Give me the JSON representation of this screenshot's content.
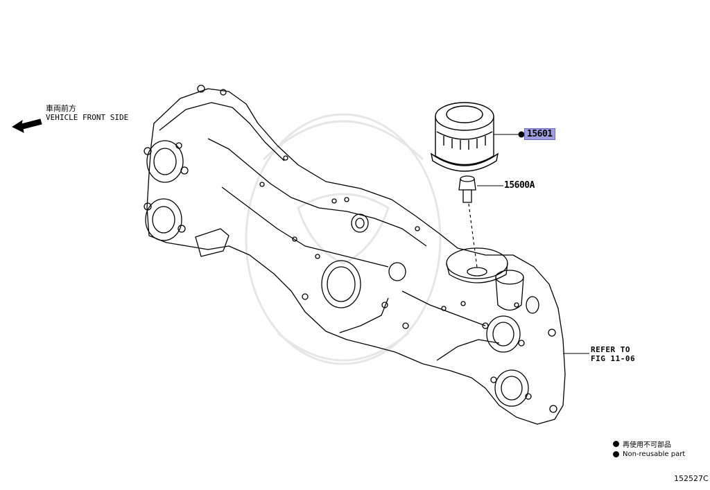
{
  "front_side": {
    "label_jp": "車両前方",
    "label_en": "VEHICLE FRONT SIDE"
  },
  "callouts": {
    "oil_filter": "15601",
    "union_bolt": "15600A"
  },
  "refer": {
    "line1": "REFER TO",
    "line2": "FIG 11-06"
  },
  "legend": {
    "non_reusable_jp": "再使用不可部品",
    "non_reusable_en": "Non-reusable part"
  },
  "figure_code": "152527C",
  "colors": {
    "highlight": "#9f9fe0",
    "line": "#000000"
  }
}
